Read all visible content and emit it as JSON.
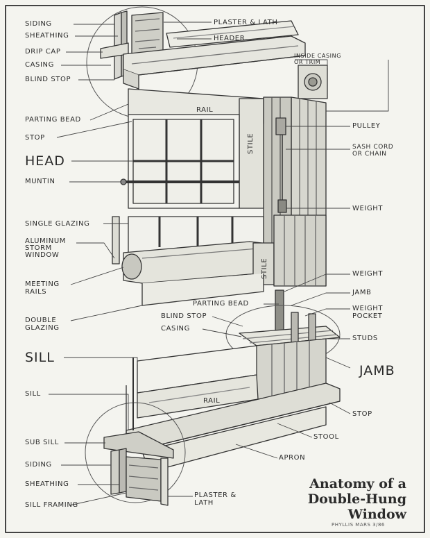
{
  "labels": {
    "siding_top": "Siding",
    "sheathing_top": "Sheathing",
    "drip_cap": "Drip Cap",
    "casing_top": "Casing",
    "blind_stop_top": "Blind Stop",
    "plaster_lath_top": "Plaster & Lath",
    "header": "Header",
    "inside_casing": "Inside Casing\nor Trim",
    "rail_upper": "Rail",
    "parting_bead_top": "Parting Bead",
    "stop_top": "Stop",
    "pulley": "Pulley",
    "sash_cord": "Sash Cord\nor Chain",
    "head": "HEAD",
    "stile_upper": "Stile",
    "muntin": "Muntin",
    "weight_upper": "Weight",
    "single_glazing": "Single Glazing",
    "aluminum_storm": "Aluminum\nStorm\nWindow",
    "stile_lower": "Stile",
    "meeting_rails": "Meeting\nRails",
    "weight_lower": "Weight",
    "jamb_small": "Jamb",
    "parting_bead_mid": "Parting Bead",
    "weight_pocket": "Weight\nPocket",
    "blind_stop_mid": "Blind Stop",
    "double_glazing": "Double\nGlazing",
    "casing_mid": "Casing",
    "studs": "Studs",
    "sill_big": "SILL",
    "jamb_big": "JAMB",
    "sill": "Sill",
    "rail_lower": "Rail",
    "stop_lower": "Stop",
    "sub_sill": "Sub Sill",
    "stool": "Stool",
    "siding_bottom": "Siding",
    "apron": "Apron",
    "sheathing_bottom": "Sheathing",
    "sill_framing": "Sill Framing",
    "plaster_lath_bottom": "Plaster &\nLath"
  },
  "title": {
    "line1": "Anatomy of a",
    "line2": "Double-Hung",
    "line3": "Window"
  },
  "signature": "Phyllis Mars 3/86"
}
